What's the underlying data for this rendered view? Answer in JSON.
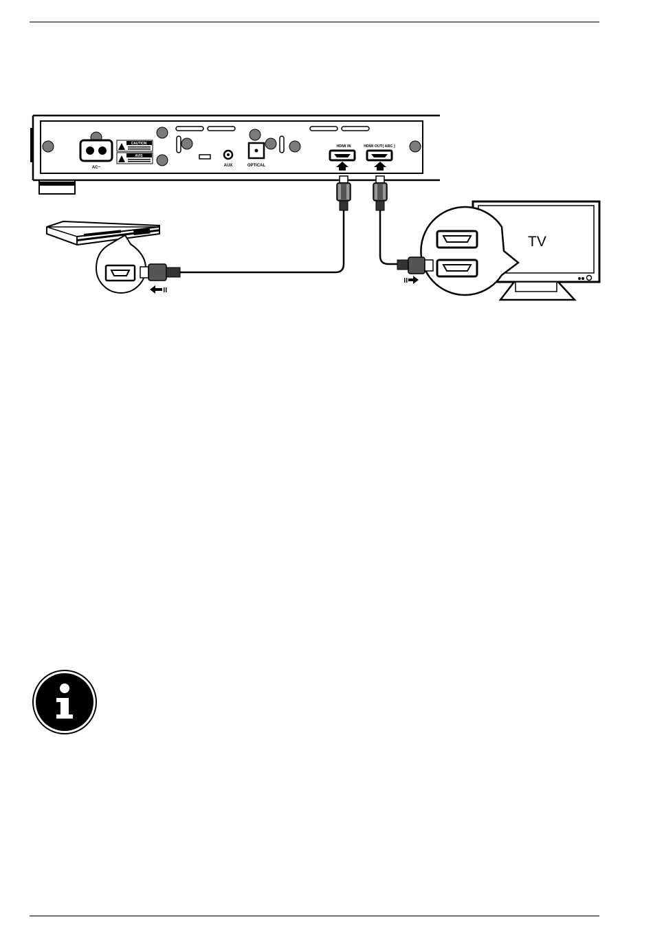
{
  "soundbar": {
    "ac_label": "AC~",
    "caution_label": "CAUTION",
    "avis_label": "AVIS",
    "aux_label": "AUX",
    "optical_label": "OPTICAL",
    "hdmi_in_label": "HDMI IN",
    "hdmi_out_label": "HDMI OUT( ARC )"
  },
  "tv": {
    "label": "TV"
  },
  "icons": {
    "info": "info-icon"
  },
  "colors": {
    "line": "#000000",
    "rule": "#6f6f6f",
    "circle_fill": "#7a7a7a"
  }
}
